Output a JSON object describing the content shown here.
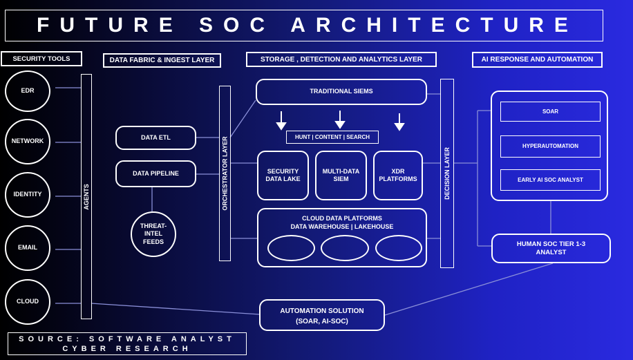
{
  "title": "FUTURE SOC ARCHITECTURE",
  "source": {
    "line1": "SOURCE: SOFTWARE ANALYST",
    "line2": "CYBER RESEARCH"
  },
  "headers": {
    "security_tools": "SECURITY TOOLS",
    "data_fabric": "DATA FABRIC & INGEST LAYER",
    "storage": "STORAGE ,  DETECTION AND ANALYTICS LAYER",
    "ai_response": "AI RESPONSE AND AUTOMATION"
  },
  "tools": [
    "EDR",
    "NETWORK",
    "IDENTITY",
    "EMAIL",
    "CLOUD"
  ],
  "agents": "AGENTS",
  "data_fabric": {
    "etl": "DATA  ETL",
    "pipeline": "DATA PIPELINE",
    "threat_intel": "THREAT- INTEL FEEDS"
  },
  "orchestrator": "ORCHESTRATOR LAYER",
  "storage": {
    "traditional_siems": "TRADITIONAL SIEMS",
    "hunt": "HUNT | CONTENT | SEARCH",
    "security_data_lake": "SECURITY DATA LAKE",
    "multi_data_siem": "MULTI-DATA SIEM",
    "xdr_platforms": "XDR PLATFORMS",
    "cloud_line1": "CLOUD DATA PLATFORMS",
    "cloud_line2": "DATA WAREHOUSE | LAKEHOUSE"
  },
  "decision": "DECISION LAYER",
  "ai": {
    "soar": "SOAR",
    "hyperautomation": "HYPERAUTOMATION",
    "early_ai": "EARLY AI SOC ANALYST",
    "human": "HUMAN SOC TIER 1-3 ANALYST"
  },
  "automation": {
    "line1": "AUTOMATION SOLUTION",
    "line2": "(SOAR, AI-SOC)"
  },
  "colors": {
    "line": "#ffffff",
    "arrow": "#ffffff",
    "lead_line": "#8a8fd8"
  }
}
